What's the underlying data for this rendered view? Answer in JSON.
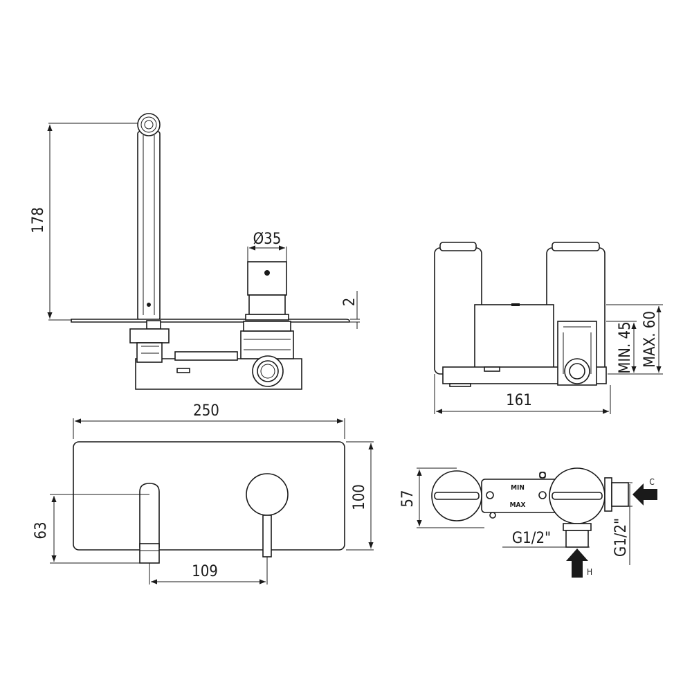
{
  "dimensions": {
    "spout_height": "178",
    "handle_diameter": "Ø35",
    "plate_thickness": "2",
    "body_depth": "161",
    "min_depth": "MIN. 45",
    "max_depth": "MAX. 60",
    "plate_width": "250",
    "plate_height": "100",
    "spout_axis_height": "63",
    "spout_to_handle": "109",
    "body_height": "57",
    "inlet_bottom": "G1/2\"",
    "inlet_side": "G1/2\""
  },
  "labels": {
    "min": "MIN",
    "max": "MAX",
    "cold": "C",
    "hot": "H"
  }
}
